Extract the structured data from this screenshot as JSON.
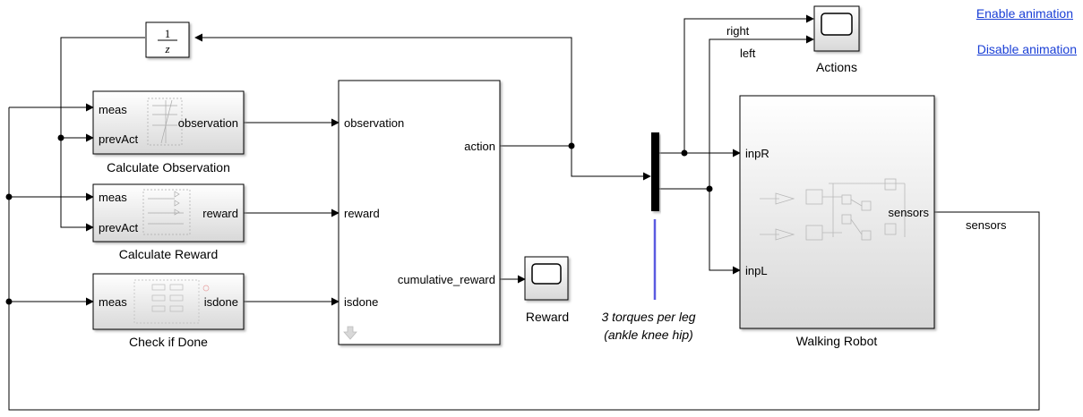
{
  "links": {
    "enable_animation": "Enable animation",
    "disable_animation": "Disable animation"
  },
  "blocks": {
    "unit_delay": {
      "numerator": "1",
      "denominator": "z"
    },
    "calc_obs": {
      "label": "Calculate Observation",
      "in1": "meas",
      "in2": "prevAct",
      "out": "observation"
    },
    "calc_reward": {
      "label": "Calculate Reward",
      "in1": "meas",
      "in2": "prevAct",
      "out": "reward"
    },
    "check_done": {
      "label": "Check if Done",
      "in1": "meas",
      "out": "isdone"
    },
    "agent": {
      "in1": "observation",
      "in2": "reward",
      "in3": "isdone",
      "out1": "action",
      "out2": "cumulative_reward"
    },
    "reward_scope": {
      "label": "Reward"
    },
    "actions_scope": {
      "label": "Actions"
    },
    "robot": {
      "label": "Walking Robot",
      "in1": "inpR",
      "in2": "inpL",
      "out": "sensors"
    }
  },
  "signals": {
    "right": "right",
    "left": "left",
    "sensors": "sensors"
  },
  "annotation": {
    "line1": "3 torques per leg",
    "line2": "(ankle knee hip)"
  },
  "colors": {
    "block_fill": "#f4f4f4",
    "block_gradient_end": "#dcdcdc",
    "link_color": "#1a3fd6",
    "annotation_line": "#5a5ae0"
  }
}
